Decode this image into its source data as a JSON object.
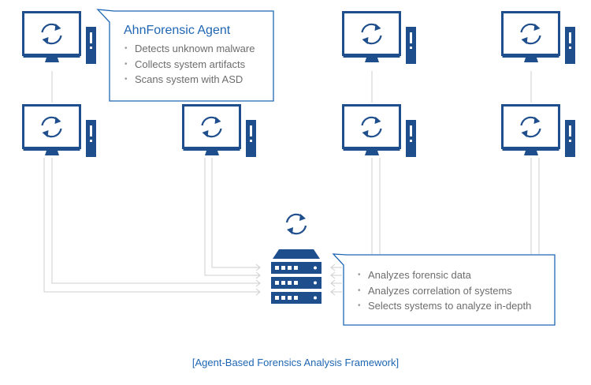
{
  "agent_callout": {
    "title": "AhnForensic Agent",
    "items": [
      "Detects unknown malware",
      "Collects system artifacts",
      "Scans system with ASD"
    ]
  },
  "server_callout": {
    "items": [
      "Analyzes forensic data",
      "Analyzes correlation of systems",
      "Selects systems to analyze in-depth"
    ]
  },
  "caption": "[Agent-Based Forensics Analysis Framework]",
  "colors": {
    "primary": "#1f4e8c",
    "accent_text": "#1f66b3",
    "line": "#cfcfcf",
    "body_text": "#6d6d6d"
  },
  "icons": {
    "endpoint": "desktop-computer-icon",
    "sync": "sync-arrows-icon",
    "server": "server-rack-icon"
  }
}
